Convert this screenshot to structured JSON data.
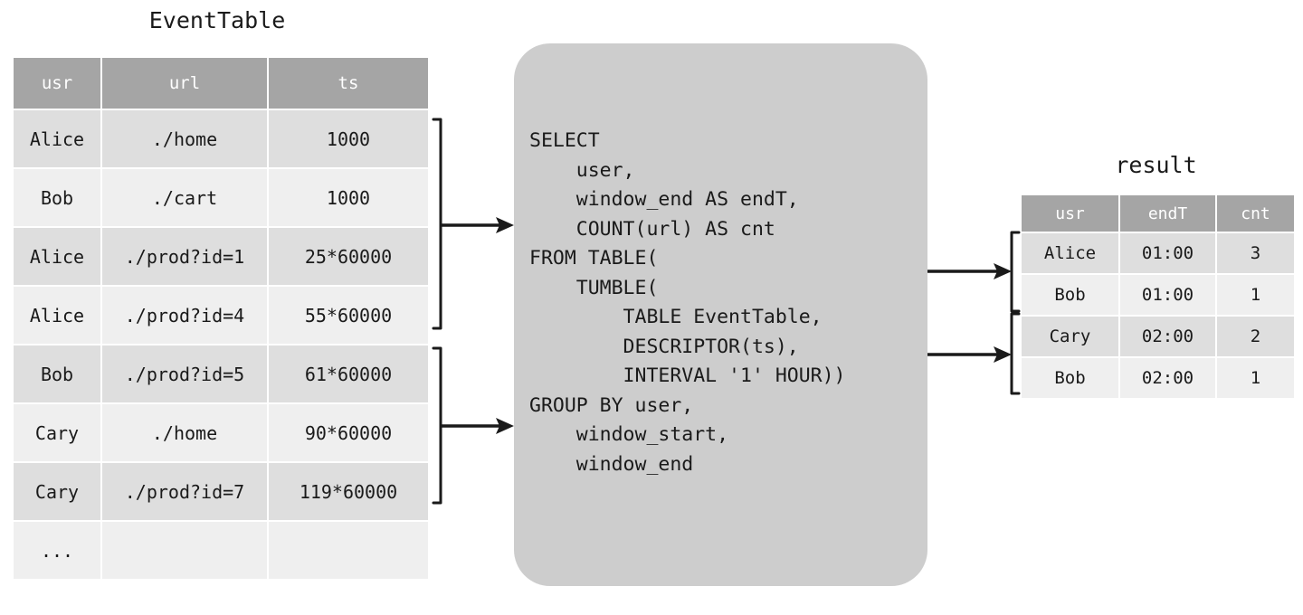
{
  "event_table": {
    "title": "EventTable",
    "columns": [
      "usr",
      "url",
      "ts"
    ],
    "rows": [
      [
        "Alice",
        "./home",
        "1000"
      ],
      [
        "Bob",
        "./cart",
        "1000"
      ],
      [
        "Alice",
        "./prod?id=1",
        "25*60000"
      ],
      [
        "Alice",
        "./prod?id=4",
        "55*60000"
      ],
      [
        "Bob",
        "./prod?id=5",
        "61*60000"
      ],
      [
        "Cary",
        "./home",
        "90*60000"
      ],
      [
        "Cary",
        "./prod?id=7",
        "119*60000"
      ],
      [
        "...",
        "",
        ""
      ]
    ]
  },
  "query_panel": {
    "sql": "SELECT\n    user,\n    window_end AS endT,\n    COUNT(url) AS cnt\nFROM TABLE(\n    TUMBLE(\n        TABLE EventTable,\n        DESCRIPTOR(ts),\n        INTERVAL '1' HOUR))\nGROUP BY user,\n    window_start,\n    window_end"
  },
  "result_table": {
    "title": "result",
    "columns": [
      "usr",
      "endT",
      "cnt"
    ],
    "rows": [
      [
        "Alice",
        "01:00",
        "3"
      ],
      [
        "Bob",
        "01:00",
        "1"
      ],
      [
        "Cary",
        "02:00",
        "2"
      ],
      [
        "Bob",
        "02:00",
        "1"
      ]
    ]
  },
  "colors": {
    "header_fill": "#a5a5a5",
    "row_odd": "#dedede",
    "row_even": "#efefef",
    "panel_fill": "#cdcdcd",
    "stroke": "#1a1a1a",
    "background": "#ffffff"
  },
  "connectors": {
    "input_group_1_label": "window-1-input-bracket",
    "input_group_2_label": "window-2-input-bracket",
    "output_group_1_label": "window-1-output-bracket",
    "output_group_2_label": "window-2-output-bracket"
  }
}
